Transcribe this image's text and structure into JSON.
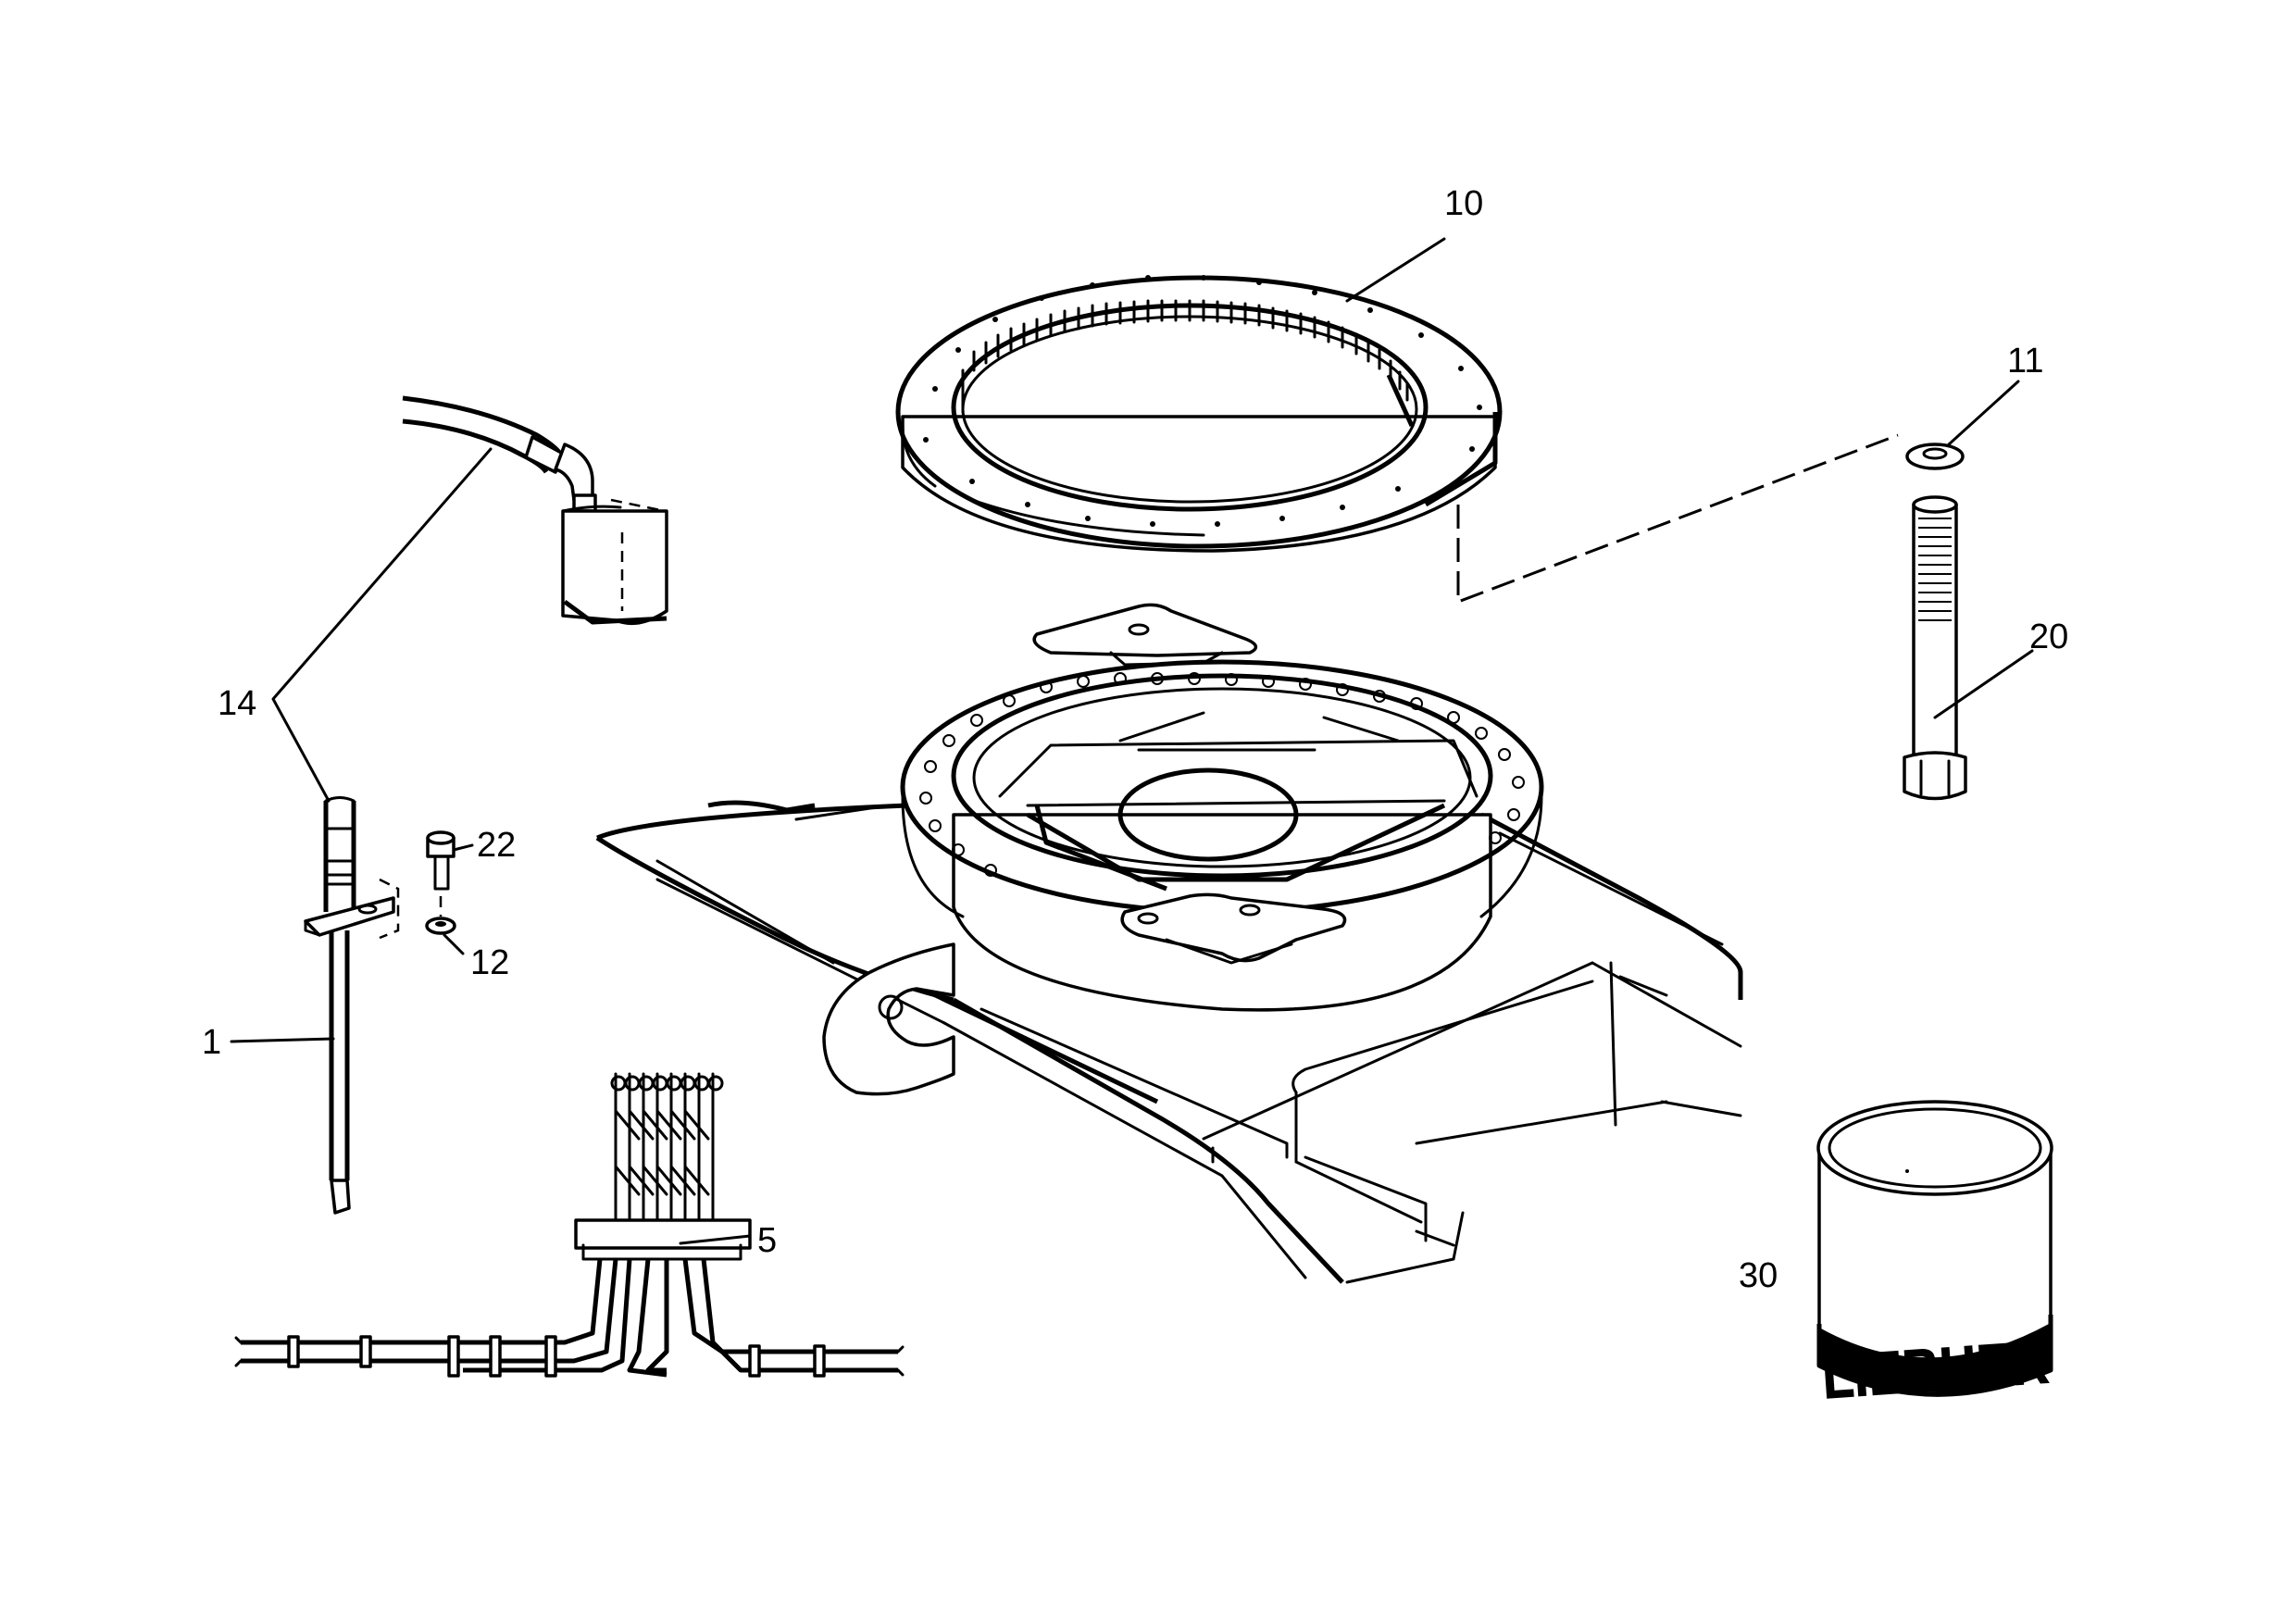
{
  "labels": {
    "l1": "1",
    "l5": "5",
    "l10": "10",
    "l11": "11",
    "l12": "12",
    "l14": "14",
    "l20": "20",
    "l22": "22",
    "l30": "30"
  },
  "logo": "LIEBHER",
  "colors": {
    "ink": "#000000",
    "paper": "#ffffff"
  }
}
